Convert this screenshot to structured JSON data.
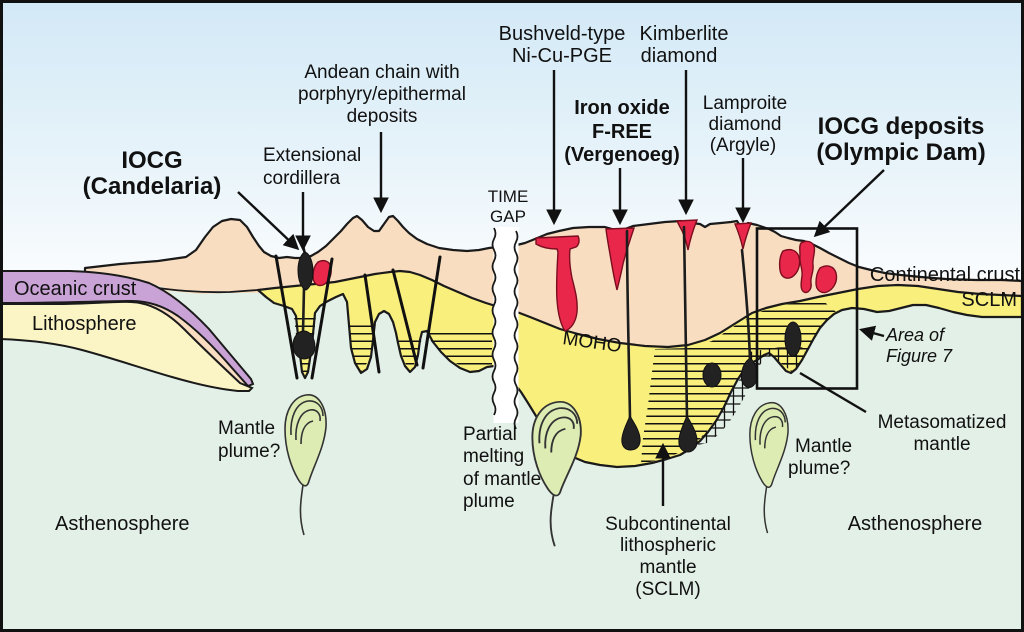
{
  "figure": {
    "kind": "geological cross-section of lithosphere with ore-deposit settings"
  },
  "colors": {
    "sky_top": "#d2e9f6",
    "sky_bottom": "#ffffff",
    "continental_crust": "#f8ddc1",
    "sclm_yellow": "#f9ef7d",
    "oceanic_crust_purple": "#c9a3d5",
    "lithosphere_band": "#fbf5c6",
    "asthenosphere_green": "#e3f0e7",
    "mantle_plume_green": "#dcecb3",
    "magma_red": "#e9274a",
    "ink": "#111111"
  },
  "labels": {
    "bushveld": {
      "lines": [
        "Bushveld-type",
        "Ni-Cu-PGE"
      ]
    },
    "kimberlite": {
      "lines": [
        "Kimberlite",
        "diamond"
      ]
    },
    "iron_oxide": {
      "lines": [
        "Iron oxide",
        "F-REE",
        "(Vergenoeg)"
      ]
    },
    "lamproite": {
      "lines": [
        "Lamproite",
        "diamond",
        "(Argyle)"
      ]
    },
    "iocg_olympic": {
      "lines": [
        "IOCG deposits",
        "(Olympic Dam)"
      ]
    },
    "andean": {
      "lines": [
        "Andean chain with",
        "porphyry/epithermal",
        "deposits"
      ]
    },
    "iocg_candelaria": {
      "lines": [
        "IOCG",
        "(Candelaria)"
      ]
    },
    "extensional": {
      "lines": [
        "Extensional",
        "cordillera"
      ]
    },
    "time_gap": {
      "lines": [
        "TIME",
        "GAP"
      ]
    },
    "oceanic_crust": "Oceanic crust",
    "lithosphere": "Lithosphere",
    "moho": "MOHO",
    "mantle_plume_left": {
      "lines": [
        "Mantle",
        "plume?"
      ]
    },
    "partial_melting": {
      "lines": [
        "Partial",
        "melting",
        "of mantle",
        "plume"
      ]
    },
    "subcontinental": {
      "lines": [
        "Subcontinental",
        "lithospheric",
        "mantle",
        "(SCLM)"
      ]
    },
    "asthenosphere_left": "Asthenosphere",
    "asthenosphere_right": "Asthenosphere",
    "mantle_plume_right": {
      "lines": [
        "Mantle",
        "plume?"
      ]
    },
    "metasomatized": {
      "lines": [
        "Metasomatized",
        "mantle"
      ]
    },
    "continental_crust": "Continental crust",
    "sclm": "SCLM",
    "area_fig7": {
      "lines": [
        "Area of",
        "Figure 7"
      ]
    }
  }
}
